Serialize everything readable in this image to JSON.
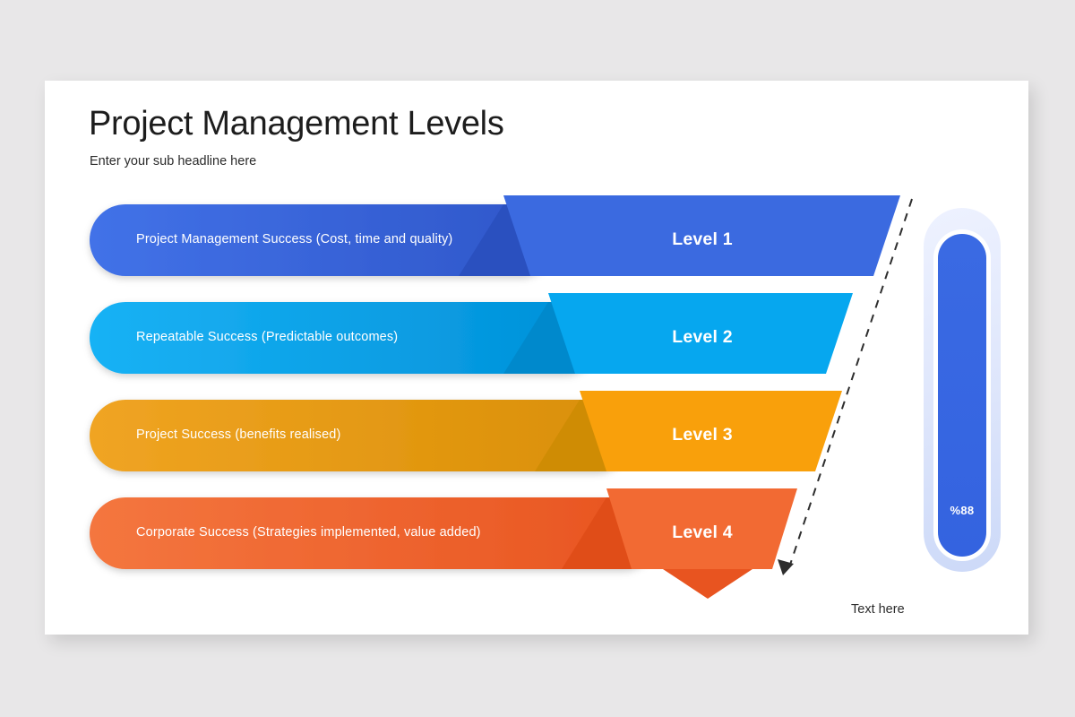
{
  "header": {
    "title": "Project Management Levels",
    "subtitle": "Enter your sub headline here"
  },
  "side_note": "Text here",
  "gauge": {
    "value_label": "%88",
    "percent": 88,
    "track_color": "#dde5fb",
    "fill_color": "#3463e0"
  },
  "arrow": {
    "style": "dashed",
    "direction": "down",
    "color": "#2e2e2e"
  },
  "chart_data": {
    "type": "funnel",
    "title": "Project Management Levels",
    "subtitle": "Enter your sub headline here",
    "legend": "none",
    "levels": [
      {
        "caption": "Level 1",
        "description": "Project Management Success (Cost, time and quality)",
        "color": "#3b6ae0",
        "bar_gradient_from": "#4272e8",
        "bar_gradient_to": "#2f56c9",
        "shade_color": "#2a50bf",
        "width_rank": 1
      },
      {
        "caption": "Level 2",
        "description": "Repeatable Success (Predictable outcomes)",
        "color": "#06a7ef",
        "bar_gradient_from": "#19b2f5",
        "bar_gradient_to": "#0090d8",
        "shade_color": "#0089cc",
        "width_rank": 2
      },
      {
        "caption": "Level 3",
        "description": "Project Success (benefits realised)",
        "color": "#f9a00b",
        "bar_gradient_from": "#f0a423",
        "bar_gradient_to": "#d98f05",
        "shade_color": "#cf8c04",
        "width_rank": 3
      },
      {
        "caption": "Level 4",
        "description": "Corporate Success (Strategies implemented, value added)",
        "color": "#f26a33",
        "bar_gradient_from": "#f4763f",
        "bar_gradient_to": "#e85420",
        "shade_color": "#e04d18",
        "width_rank": 4
      }
    ]
  }
}
